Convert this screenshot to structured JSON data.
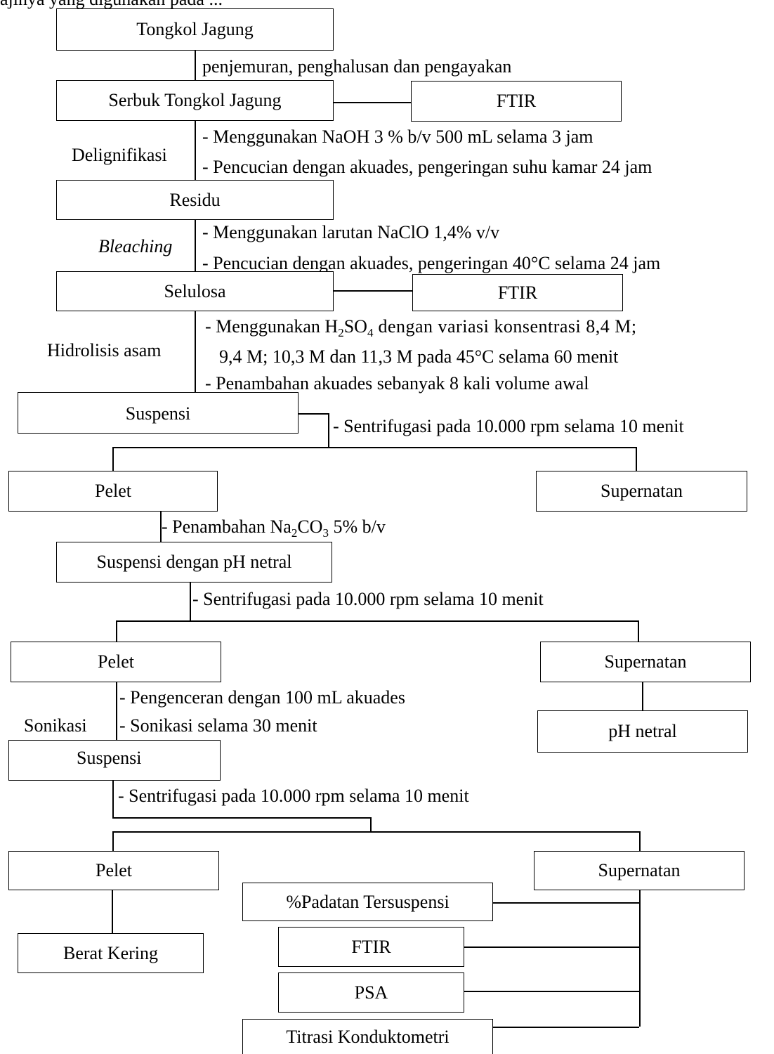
{
  "header_partial": "ajinya yang digunakan pada ...",
  "nodes": {
    "tongkol": "Tongkol Jagung",
    "serbuk": "Serbuk Tongkol Jagung",
    "ftir1": "FTIR",
    "residu": "Residu",
    "selulosa": "Selulosa",
    "ftir2": "FTIR",
    "suspensi1": "Suspensi",
    "pelet1": "Pelet",
    "supernatan1": "Supernatan",
    "suspensi_netral": "Suspensi dengan pH netral",
    "pelet2": "Pelet",
    "supernatan2": "Supernatan",
    "ph_netral": "pH netral",
    "suspensi2": "Suspensi",
    "pelet3": "Pelet",
    "supernatan3": "Supernatan",
    "berat_kering": "Berat Kering",
    "padatan": "%Padatan Tersuspensi",
    "ftir3": "FTIR",
    "psa": "PSA",
    "titrasi": "Titrasi Konduktometri"
  },
  "steps": {
    "s1": "penjemuran, penghalusan dan pengayakan",
    "delig_label": "Delignifikasi",
    "delig_1": "- Menggunakan NaOH 3 % b/v 500 mL selama 3 jam",
    "delig_2": "- Pencucian dengan akuades, pengeringan suhu kamar 24 jam",
    "bleach_label": "Bleaching",
    "bleach_1": "- Menggunakan larutan NaClO 1,4% v/v",
    "bleach_2": "- Pencucian dengan akuades, pengeringan 40°C selama 24 jam",
    "hidro_label": "Hidrolisis asam",
    "hidro_1a": "- Menggunakan H",
    "hidro_1b": "2",
    "hidro_1c": "SO",
    "hidro_1d": "4",
    "hidro_1e": " dengan variasi konsentrasi 8,4 M;",
    "hidro_2": "9,4 M; 10,3 M dan 11,3 M pada 45°C selama 60 menit",
    "hidro_3": "- Penambahan akuades sebanyak 8 kali volume awal",
    "sentri_1": "- Sentrifugasi pada 10.000 rpm selama 10 menit",
    "na_1a": "- Penambahan Na",
    "na_1b": "2",
    "na_1c": "CO",
    "na_1d": "3",
    "na_1e": " 5% b/v",
    "sentri_2": "- Sentrifugasi pada 10.000 rpm selama 10 menit",
    "soni_label": "Sonikasi",
    "soni_1": "- Pengenceran dengan 100 mL akuades",
    "soni_2": "- Sonikasi selama 30 menit",
    "sentri_3": "- Sentrifugasi pada 10.000 rpm selama 10 menit"
  }
}
